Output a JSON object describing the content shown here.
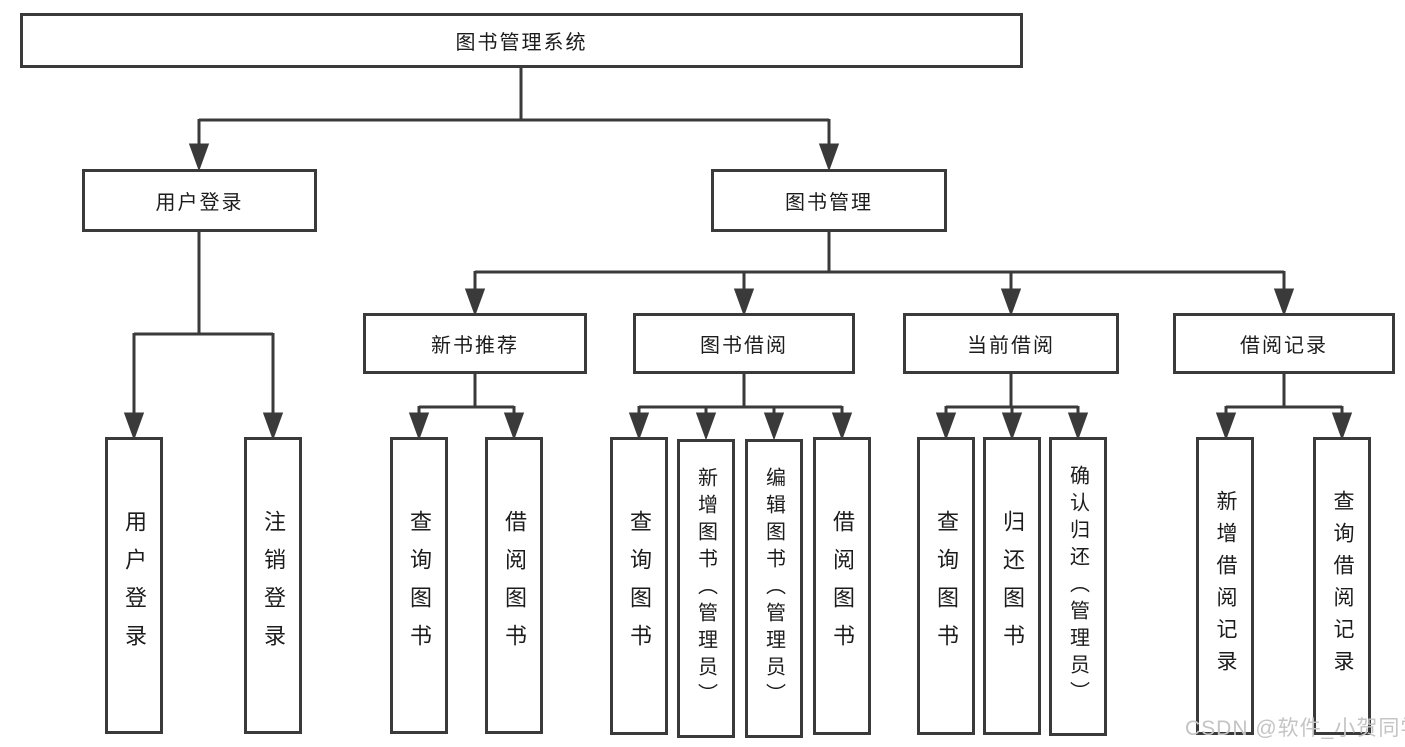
{
  "nodes": {
    "root": "图书管理系统",
    "level2": [
      "用户登录",
      "图书管理"
    ],
    "level3": [
      "新书推荐",
      "图书借阅",
      "当前借阅",
      "借阅记录"
    ],
    "leaves": [
      "用户登录",
      "注销登录",
      "查询图书",
      "借阅图书",
      "查询图书",
      "新增图书（管理员）",
      "编辑图书（管理员）",
      "借阅图书",
      "查询图书",
      "归还图书",
      "确认归还（管理员）",
      "新增借阅记录",
      "查询借阅记录"
    ]
  },
  "colors": {
    "line": "#3a3a3a",
    "text": "#1c1c1c",
    "watermark": "#c4c4c4"
  },
  "watermark": "CSDN @软件_小贺同学"
}
